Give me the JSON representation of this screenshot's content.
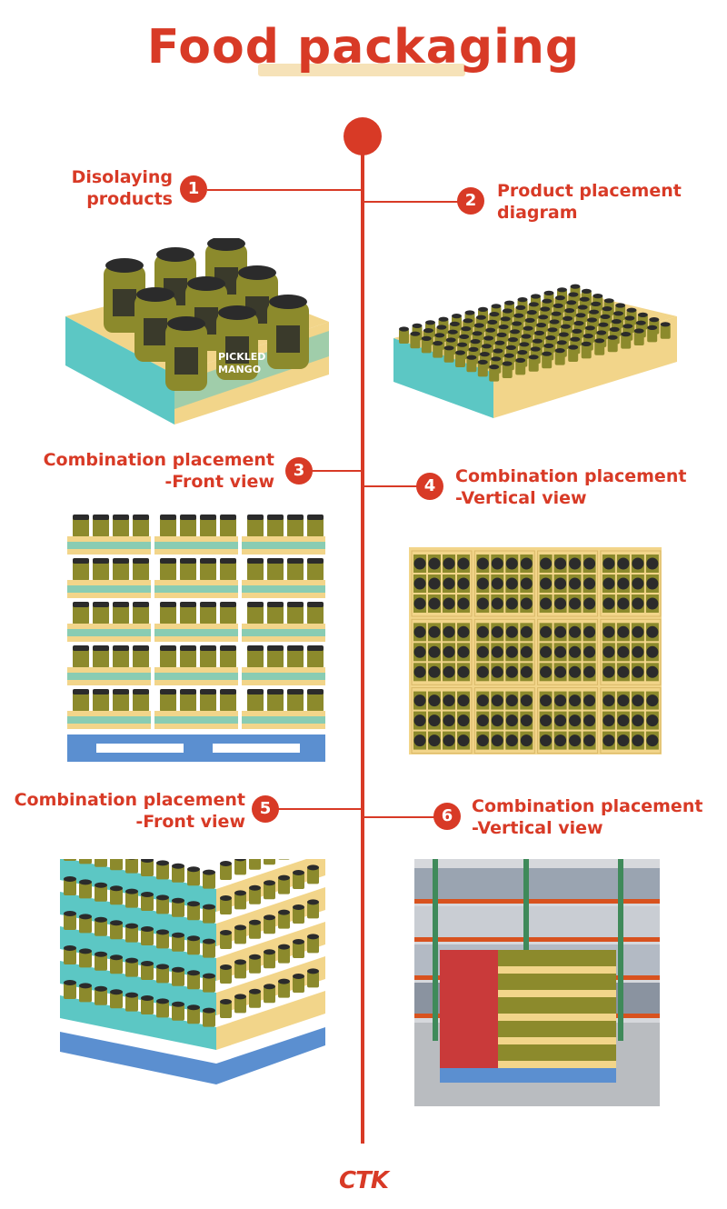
{
  "title": "Food packaging",
  "sections": [
    {
      "number": "1",
      "label": "Disolaying\nproducts"
    },
    {
      "number": "2",
      "label": "Product placement\ndiagram"
    },
    {
      "number": "3",
      "label": "Combination placement\n-Front view"
    },
    {
      "number": "4",
      "label": "Combination placement\n-Vertical view"
    },
    {
      "number": "5",
      "label": "Combination placement\n-Front view"
    },
    {
      "number": "6",
      "label": "Combination placement\n-Vertical view"
    }
  ],
  "jar_label": "PICKLED\nMANGO",
  "logo": "CTK",
  "colors": {
    "accent": "#d83a26",
    "tray": "#f2d58a",
    "teal": "#5cc7c4",
    "jar": "#8c8a2c",
    "lid": "#2b2b2b",
    "pallet": "#5b8fd0"
  }
}
